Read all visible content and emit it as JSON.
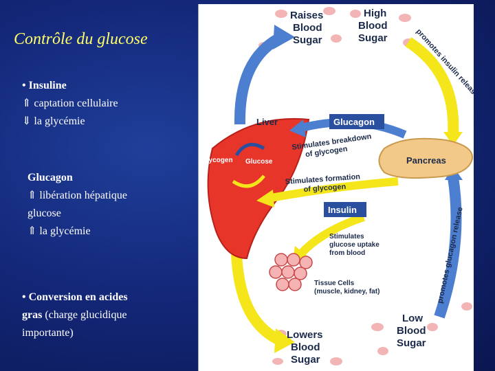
{
  "title": "Contrôle du glucose",
  "insulin_block": {
    "heading": "• Insuline",
    "line1": "⇑ captation cellulaire",
    "line2": "⇓ la glycémie"
  },
  "glucagon_block": {
    "heading": "Glucagon",
    "line1": "⇑ libération hépatique",
    "line2": "glucose",
    "line3": "⇑ la glycémie"
  },
  "conversion_block": {
    "line1": "• Conversion en acides",
    "line2_bold": "gras",
    "line2_rest": " (charge glucidique",
    "line3": "importante)"
  },
  "diagram": {
    "raises": [
      "Raises",
      "Blood",
      "Sugar"
    ],
    "high": [
      "High",
      "Blood",
      "Sugar"
    ],
    "low": [
      "Low",
      "Blood",
      "Sugar"
    ],
    "lowers": [
      "Lowers",
      "Blood",
      "Sugar"
    ],
    "liver": "Liver",
    "glycogen": "Glycogen",
    "glucose": "Glucose",
    "glucagon": "Glucagon",
    "insulin": "Insulin",
    "pancreas": "Pancreas",
    "breakdown": [
      "Stimulates breakdown",
      "of glycogen"
    ],
    "formation": [
      "Stimulates formation",
      "of glycogen"
    ],
    "uptake": [
      "Stimulates",
      "glucose uptake",
      "from blood"
    ],
    "tissue": [
      "Tissue Cells",
      "(muscle, kidney, fat)"
    ],
    "promotes_insulin": "promotes insulin release",
    "promotes_glucagon": "promotes glucagon release",
    "colors": {
      "arrow_yellow": "#f5e61c",
      "arrow_blue": "#4c7fd0",
      "liver_red": "#e8352a",
      "pancreas": "#f3c98a",
      "label_box": "#2a4f9e",
      "blood_cell": "#f0a8a8"
    }
  }
}
